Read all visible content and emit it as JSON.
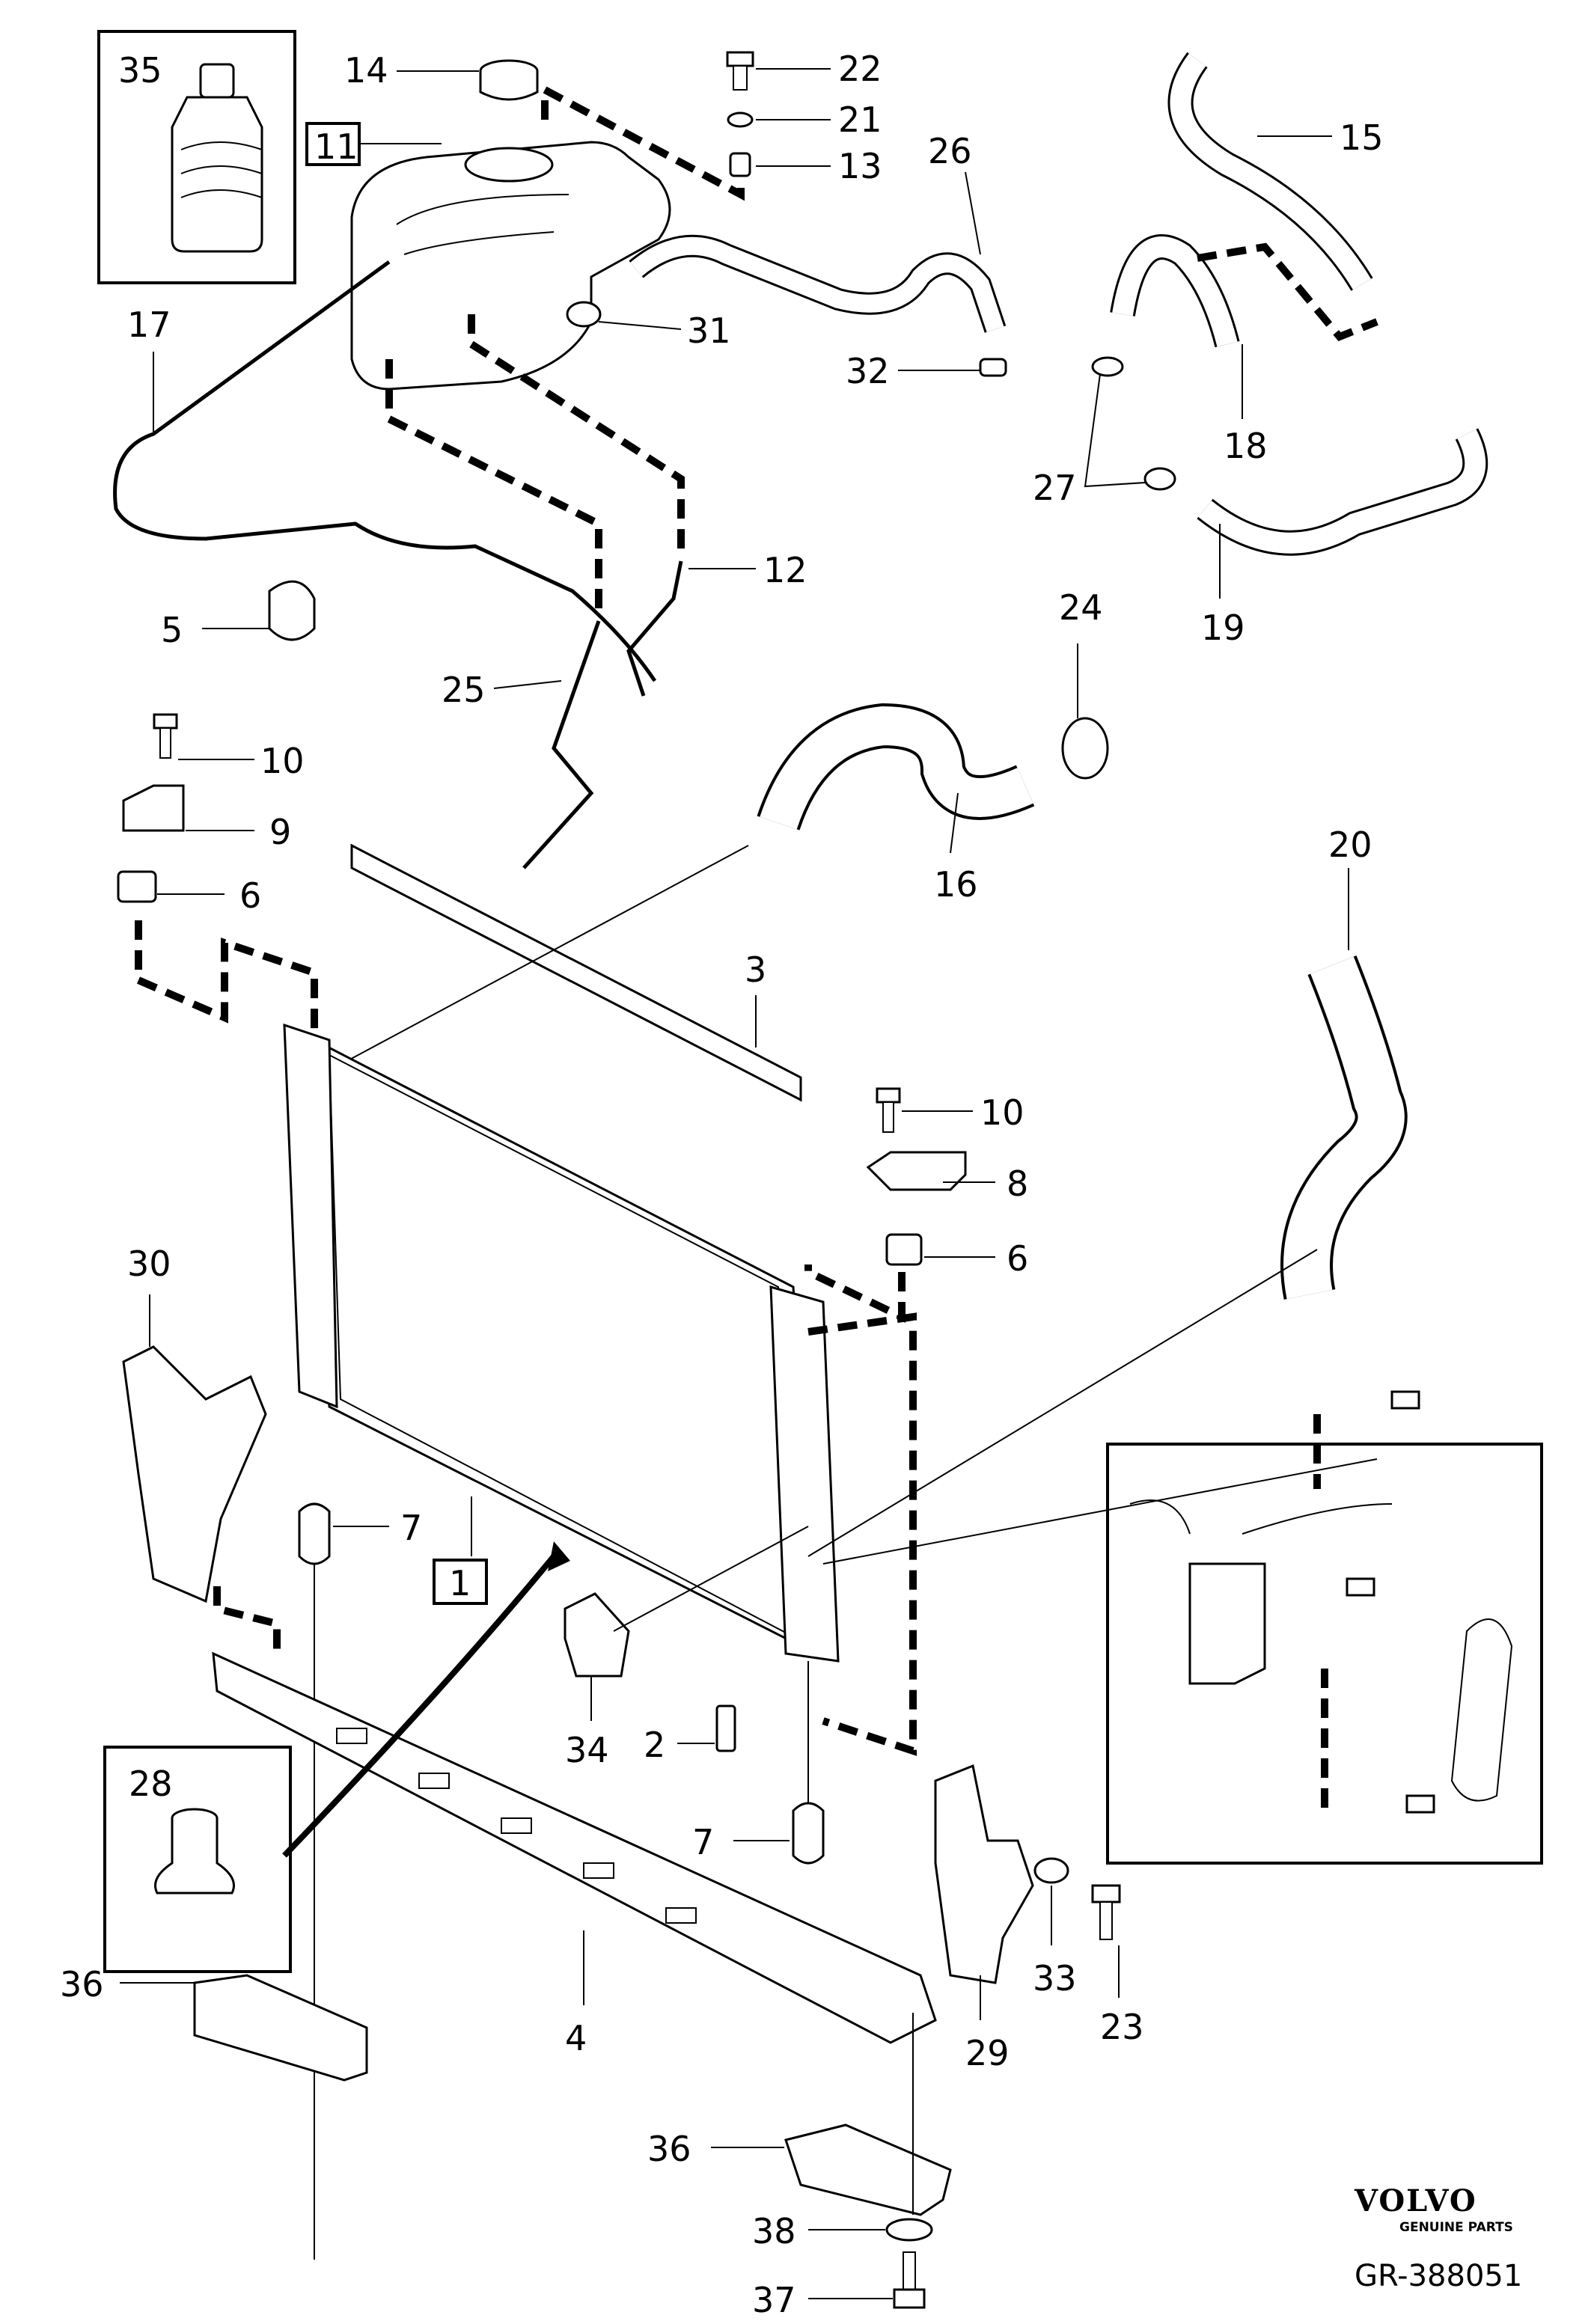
{
  "diagram": {
    "part_numbers": [
      "1",
      "2",
      "3",
      "4",
      "5",
      "6",
      "6",
      "7",
      "7",
      "8",
      "9",
      "10",
      "10",
      "11",
      "12",
      "13",
      "14",
      "15",
      "16",
      "17",
      "18",
      "19",
      "20",
      "21",
      "22",
      "23",
      "24",
      "25",
      "26",
      "27",
      "28",
      "29",
      "30",
      "31",
      "32",
      "33",
      "34",
      "35",
      "36",
      "36",
      "37",
      "38"
    ],
    "labels": {
      "p1": "1",
      "p2": "2",
      "p3": "3",
      "p4": "4",
      "p5": "5",
      "p6a": "6",
      "p6b": "6",
      "p7a": "7",
      "p7b": "7",
      "p8": "8",
      "p9": "9",
      "p10a": "10",
      "p10b": "10",
      "p11": "11",
      "p12": "12",
      "p13": "13",
      "p14": "14",
      "p15": "15",
      "p16": "16",
      "p17": "17",
      "p18": "18",
      "p19": "19",
      "p20": "20",
      "p21": "21",
      "p22": "22",
      "p23": "23",
      "p24": "24",
      "p25": "25",
      "p26": "26",
      "p27": "27",
      "p28": "28",
      "p29": "29",
      "p30": "30",
      "p31": "31",
      "p32": "32",
      "p33": "33",
      "p34": "34",
      "p35": "35",
      "p36a": "36",
      "p36b": "36",
      "p37": "37",
      "p38": "38"
    },
    "brand": "VOLVO",
    "brand_sub": "GENUINE PARTS",
    "reference": "GR-388051"
  }
}
